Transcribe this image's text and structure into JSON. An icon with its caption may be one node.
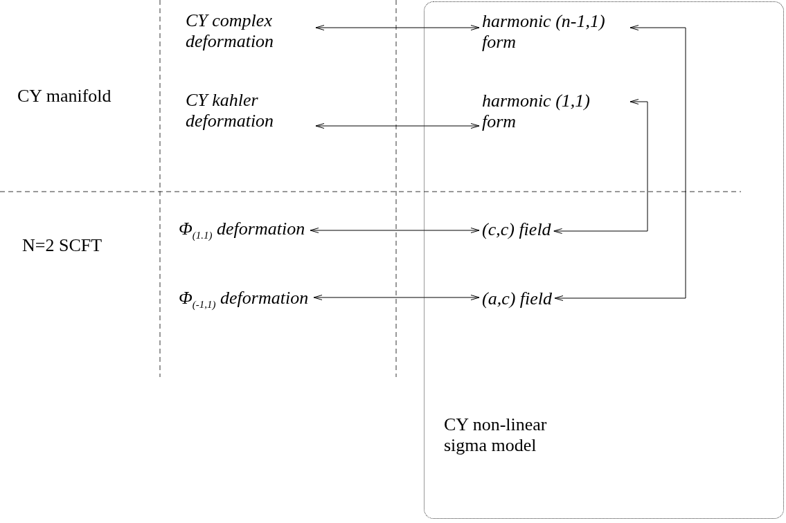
{
  "diagram": {
    "nodes": [
      {
        "text": [
          "CY non-linear sigma model"
        ]
      },
      {
        "text": [
          "CY complex deformation"
        ]
      },
      {
        "text": [
          "harmonic (n-1,1) form"
        ],
        "in": 0
      },
      {
        "text": [
          "CY kahler deformation"
        ]
      },
      {
        "text": [
          "harmonic (1,1) form"
        ],
        "in": 0
      },
      {
        "text": [
          "Φ$_{(1.1)}$ deformation"
        ]
      },
      {
        "text": [
          "(c,c) field"
        ],
        "in": 0
      },
      {
        "text": [
          "Φ$_{(-1,1)}$ deformation"
        ]
      },
      {
        "text": [
          "(a,c) field"
        ],
        "in": 0
      }
    ],
    "edges": [
      {
        "from": 1,
        "to": 2,
        "arrow": "both"
      },
      {
        "from": 3,
        "to": 4,
        "arrow": "both"
      },
      {
        "from": 5,
        "to": 6,
        "arrow": "both"
      },
      {
        "from": 7,
        "to": 8,
        "arrow": "both"
      },
      {
        "from": 6,
        "to": 4,
        "arrow": "both"
      },
      {
        "from": 8,
        "to": 2,
        "arrow": "both"
      }
    ],
    "labels": [
      "CY manifold",
      "N=2 SCFT"
    ]
  }
}
